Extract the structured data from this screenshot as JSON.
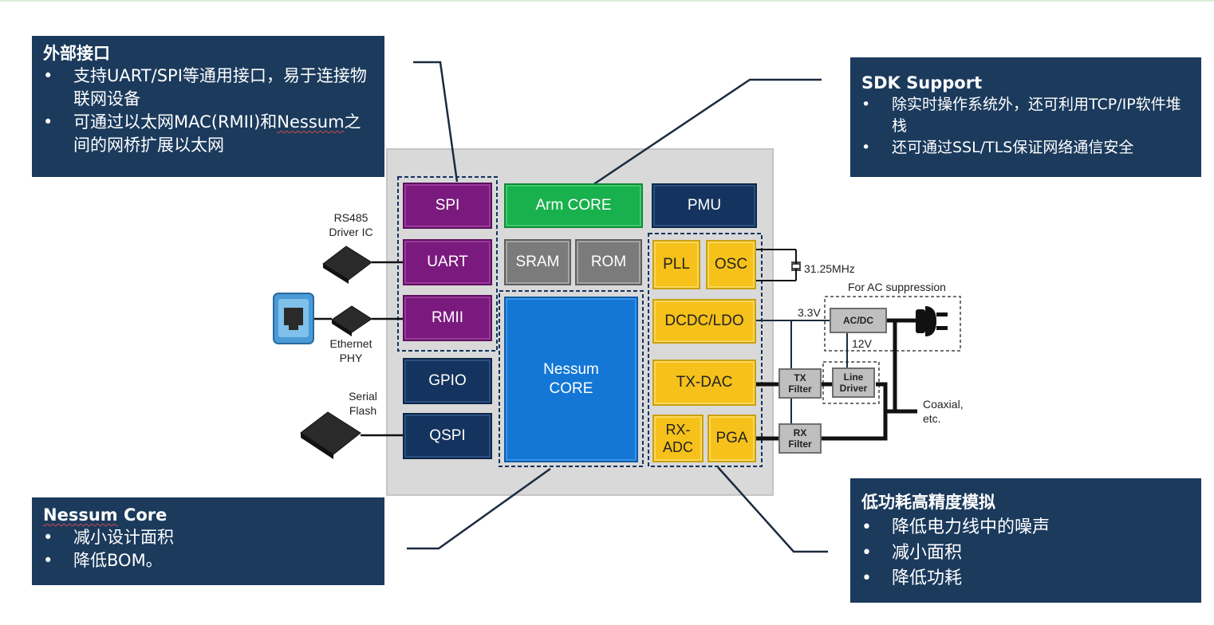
{
  "callouts": {
    "external": {
      "title": "外部接口",
      "b1": "支持UART/SPI等通用接口，易于连接物联网设备",
      "b2_pre": "可通过以太网MAC(RMII)和",
      "b2_mark": "Nessum",
      "b2_post": "之间的网桥扩展以太网"
    },
    "sdk": {
      "title": "SDK Support",
      "b1": "除实时操作系统外，还可利用TCP/IP软件堆栈",
      "b2": "还可通过SSL/TLS保证网络通信安全"
    },
    "core": {
      "title_mark": "Nessum",
      "title_post": " Core",
      "b1": "减小设计面积",
      "b2": "降低BOM。"
    },
    "analog": {
      "title": "低功耗高精度模拟",
      "b1": "降低电力线中的噪声",
      "b2": "减小面积",
      "b3": "降低功耗"
    }
  },
  "blocks": {
    "spi": "SPI",
    "uart": "UART",
    "rmii": "RMII",
    "gpio": "GPIO",
    "qspi": "QSPI",
    "arm": "Arm CORE",
    "pmu": "PMU",
    "sram": "SRAM",
    "rom": "ROM",
    "nessum_l1": "Nessum",
    "nessum_l2": "CORE",
    "pll": "PLL",
    "osc": "OSC",
    "dcdc": "DCDC/LDO",
    "txdac": "TX-DAC",
    "rxadc_l1": "RX-",
    "rxadc_l2": "ADC",
    "pga": "PGA"
  },
  "external": {
    "rs485_l1": "RS485",
    "rs485_l2": "Driver IC",
    "eth_l1": "Ethernet",
    "eth_l2": "PHY",
    "flash_l1": "Serial",
    "flash_l2": "Flash",
    "xtal": "31.25MHz",
    "ac_supp": "For AC suppression",
    "v33": "3.3V",
    "v12": "12V",
    "acdc": "AC/DC",
    "line_l1": "Line",
    "line_l2": "Driver",
    "tx_l1": "TX",
    "tx_l2": "Filter",
    "rx_l1": "RX",
    "rx_l2": "Filter",
    "coax_l1": "Coaxial,",
    "coax_l2": "etc."
  },
  "colors": {
    "callout_bg": "#1b3a5c",
    "purple": "#7b1a7e",
    "navy": "#14335e",
    "green": "#19b14d",
    "gray": "#7b7b7b",
    "blue": "#1477d6",
    "yellow": "#f5c11a"
  }
}
